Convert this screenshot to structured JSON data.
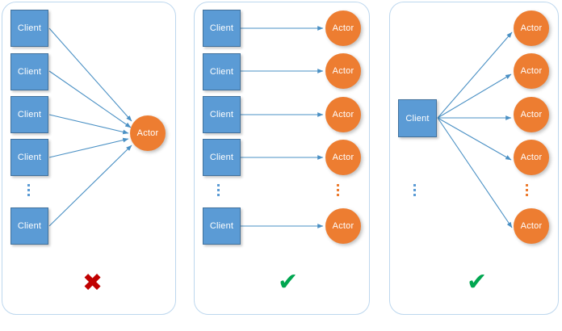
{
  "diagram": {
    "type": "actor-messaging-pattern",
    "background": "#ffffff",
    "colors": {
      "client_fill": "#5B9BD5",
      "client_border": "#41719C",
      "actor_fill": "#ED7D31",
      "arrow": "#4A90C4",
      "panel_border": "#BDD7EE",
      "cross": "#C00000",
      "check": "#00A650"
    },
    "labels": {
      "client": "Client",
      "actor": "Actor",
      "cross_glyph": "✖",
      "check_glyph": "✔",
      "ellipsis_glyph": "⋮"
    },
    "panels": [
      {
        "id": "many-clients-one-actor",
        "verdict": "cross",
        "verdict_glyph": "✖",
        "clients": [
          "Client",
          "Client",
          "Client",
          "Client",
          "Client"
        ],
        "actors": [
          "Actor"
        ],
        "client_ellipsis": "⋮",
        "actor_ellipsis": null
      },
      {
        "id": "one-client-one-actor-pairs",
        "verdict": "check",
        "verdict_glyph": "✔",
        "clients": [
          "Client",
          "Client",
          "Client",
          "Client",
          "Client"
        ],
        "actors": [
          "Actor",
          "Actor",
          "Actor",
          "Actor",
          "Actor"
        ],
        "client_ellipsis": "⋮",
        "actor_ellipsis": "⋮"
      },
      {
        "id": "one-client-many-actors",
        "verdict": "check",
        "verdict_glyph": "✔",
        "clients": [
          "Client"
        ],
        "actors": [
          "Actor",
          "Actor",
          "Actor",
          "Actor",
          "Actor"
        ],
        "client_ellipsis": "⋮",
        "actor_ellipsis": "⋮"
      }
    ]
  }
}
